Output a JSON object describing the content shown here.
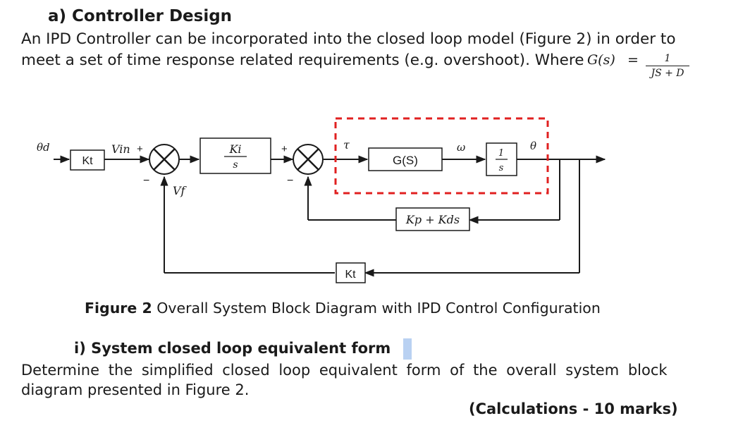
{
  "section": {
    "heading": "a) Controller Design",
    "intro_line_1": "An IPD Controller can be incorporated into the closed loop model (Figure 2) in order to",
    "intro_line_2": "meet a set of time response related requirements (e.g. overshoot). Where",
    "gs_label": "G(s)",
    "gs_equals": "=",
    "gs_numerator": "1",
    "gs_denominator": "JS + D"
  },
  "diagram": {
    "theta_d": "θd",
    "kt_block_left": "Kt",
    "vin": "Vin",
    "plus_1": "+",
    "minus_1": "−",
    "vf": "Vf",
    "ki_num": "Ki",
    "ki_den": "s",
    "plus_2": "+",
    "minus_2": "−",
    "tau": "τ",
    "gs_block": "G(S)",
    "omega": "ω",
    "int_num": "1",
    "int_den": "s",
    "theta": "θ",
    "pd_block": "Kp + Kds",
    "kt_block_bottom": "Kt",
    "colors": {
      "dashed_box": "#e02020",
      "lines": "#1a1a1a"
    }
  },
  "caption": {
    "label": "Figure 2",
    "text": " Overall System Block Diagram with IPD Control Configuration"
  },
  "question": {
    "subheading": "i) System closed loop equivalent form",
    "line_1": "Determine the simplified closed loop equivalent form of the overall system block",
    "line_2": "diagram presented in Figure 2.",
    "marks": "(Calculations - 10 marks)"
  }
}
